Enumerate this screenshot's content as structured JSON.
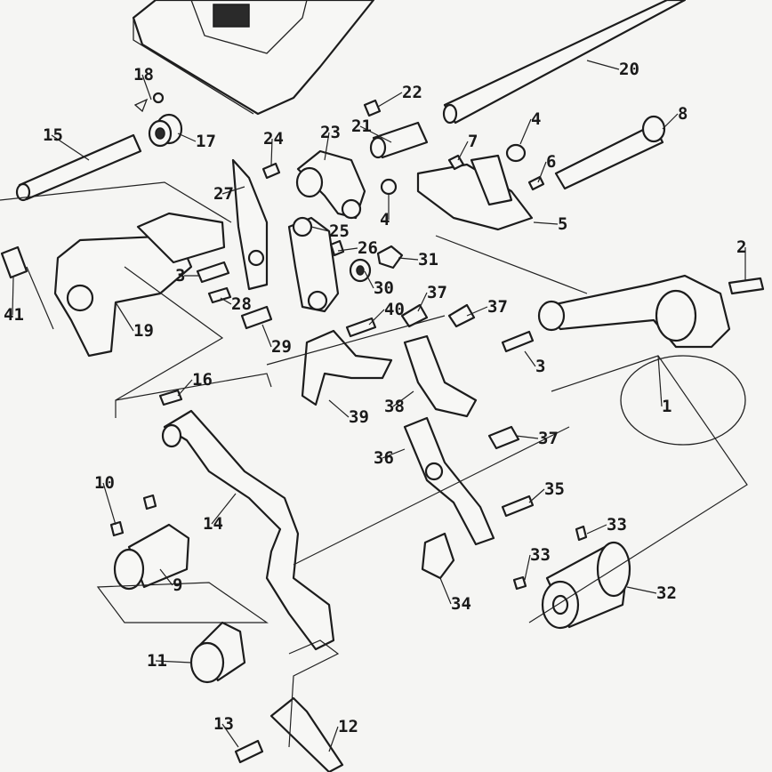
{
  "diagram": {
    "type": "exploded-parts-diagram",
    "part_labels": [
      "18",
      "22",
      "20",
      "15",
      "17",
      "21",
      "23",
      "4",
      "8",
      "24",
      "7",
      "6",
      "27",
      "4",
      "5",
      "25",
      "26",
      "31",
      "2",
      "41",
      "3",
      "28",
      "30",
      "37",
      "37",
      "40",
      "19",
      "29",
      "3",
      "1",
      "16",
      "39",
      "38",
      "37",
      "36",
      "35",
      "10",
      "14",
      "33",
      "33",
      "32",
      "9",
      "34",
      "11",
      "13",
      "12"
    ]
  },
  "colors": {
    "ink": "#1c1c1c",
    "paper": "#f5f5f3"
  }
}
